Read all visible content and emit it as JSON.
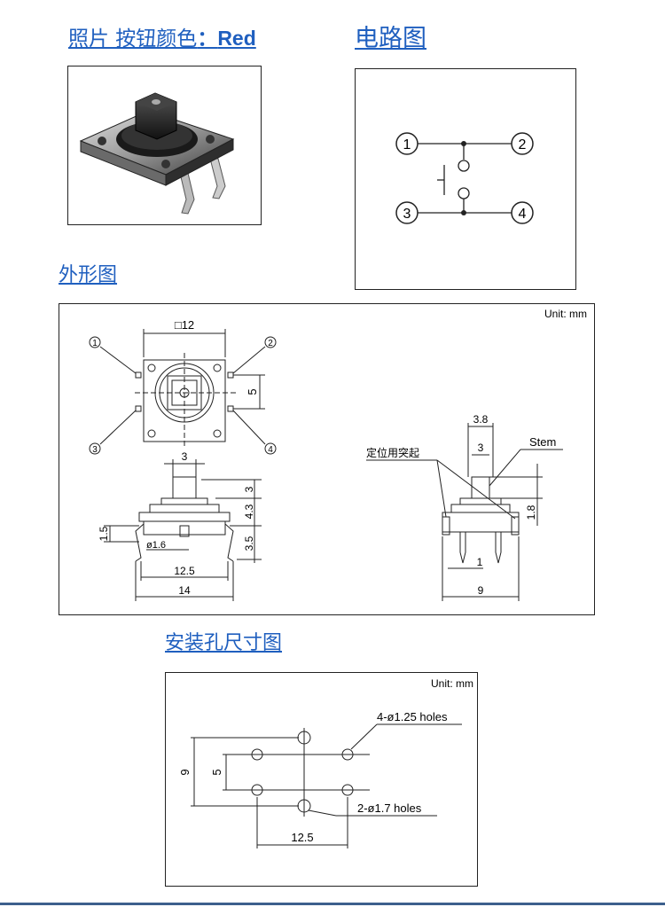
{
  "photo_section": {
    "heading_prefix": "照片 按钮颜色",
    "heading_sep": "：",
    "color_value": "Red"
  },
  "circuit_section": {
    "heading": "电路图",
    "pins": [
      "①",
      "②",
      "③",
      "④"
    ]
  },
  "outline_section": {
    "heading": "外形图",
    "unit": "Unit: mm",
    "top_view": {
      "size_label": "□12",
      "pin_pitch": "5",
      "pins": [
        "①",
        "②",
        "③",
        "④"
      ]
    },
    "front_view": {
      "stem_width": "3",
      "heights": [
        "3",
        "4.3",
        "3.5"
      ],
      "lead_offset": "1.5",
      "lead_dia": "ø1.6",
      "pitch": "12.5",
      "width": "14"
    },
    "side_view": {
      "stem_outer": "3.8",
      "stem_inner": "3",
      "locator_label": "定位用突起",
      "stem_label": "Stem",
      "travel": "1.8",
      "lead_width": "1",
      "depth": "9"
    }
  },
  "mounting_section": {
    "heading": "安装孔尺寸图",
    "unit": "Unit: mm",
    "small_holes": "4-ø1.25 holes",
    "large_holes": "2-ø1.7 holes",
    "dim_vertical_outer": "9",
    "dim_vertical_inner": "5",
    "dim_horizontal": "12.5"
  },
  "colors": {
    "heading": "#1f5fbf",
    "line": "#222222",
    "rule": "#3d5f8c"
  }
}
